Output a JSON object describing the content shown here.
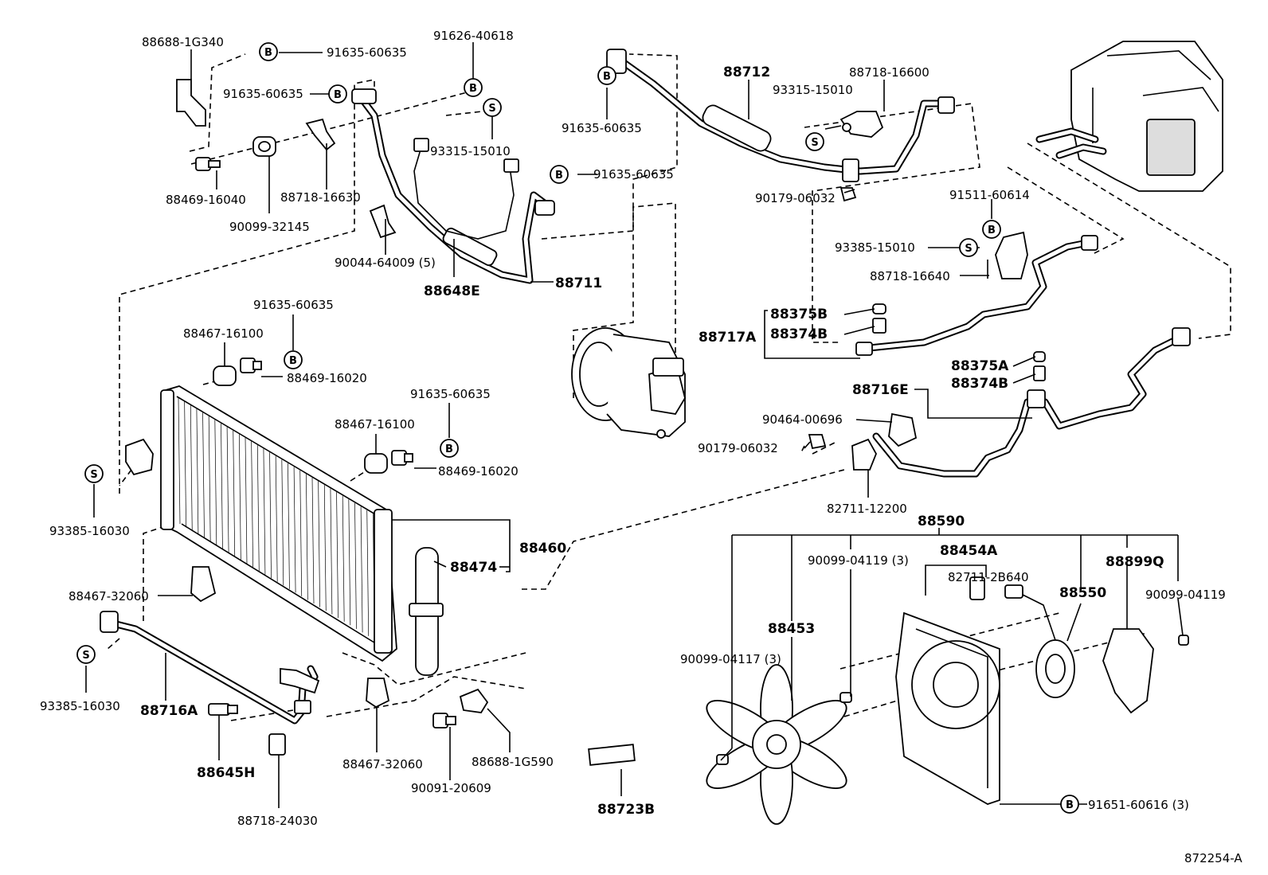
{
  "diagram_id": "872254-A",
  "markers": {
    "bolt": "B",
    "screw": "S"
  },
  "labels": {
    "p88688_1G340": "88688-1G340",
    "p91635_60635_a": "91635-60635",
    "p91635_60635_b": "91635-60635",
    "p91626_40618": "91626-40618",
    "p93315_15010_a": "93315-15010",
    "p88469_16040": "88469-16040",
    "p88718_16630": "88718-16630",
    "p90099_32145": "90099-32145",
    "p91635_60635_c": "91635-60635",
    "p90044_64009": "90044-64009 (5)",
    "p88648E": "88648E",
    "p88711": "88711",
    "p91635_60635_d": "91635-60635",
    "p88712": "88712",
    "p93315_15010_b": "93315-15010",
    "p88718_16600": "88718-16600",
    "p90179_06032_a": "90179-06032",
    "p91511_60614": "91511-60614",
    "p93385_15010": "93385-15010",
    "p88718_16640": "88718-16640",
    "p88375B": "88375B",
    "p88717A": "88717A",
    "p88374B_a": "88374B",
    "p88375A": "88375A",
    "p88374B_b": "88374B",
    "p88716E": "88716E",
    "p90464_00696": "90464-00696",
    "p90179_06032_b": "90179-06032",
    "p82711_12200": "82711-12200",
    "p91635_60635_e": "91635-60635",
    "p88467_16100_a": "88467-16100",
    "p88469_16020_a": "88469-16020",
    "p91635_60635_f": "91635-60635",
    "p88467_16100_b": "88467-16100",
    "p88469_16020_b": "88469-16020",
    "p93385_16030_a": "93385-16030",
    "p88460": "88460",
    "p88474": "88474",
    "p88467_32060_a": "88467-32060",
    "p93385_16030_b": "93385-16030",
    "p88716A": "88716A",
    "p88645H": "88645H",
    "p88467_32060_b": "88467-32060",
    "p88688_1G590": "88688-1G590",
    "p90091_20609": "90091-20609",
    "p88718_24030": "88718-24030",
    "p88723B": "88723B",
    "p88590": "88590",
    "p88454A": "88454A",
    "p90099_04119_3": "90099-04119 (3)",
    "p82711_2B640": "82711-2B640",
    "p88550": "88550",
    "p88899Q": "88899Q",
    "p90099_04119": "90099-04119",
    "p88453": "88453",
    "p90099_04117": "90099-04117 (3)",
    "p91651_60616": "91651-60616 (3)"
  }
}
